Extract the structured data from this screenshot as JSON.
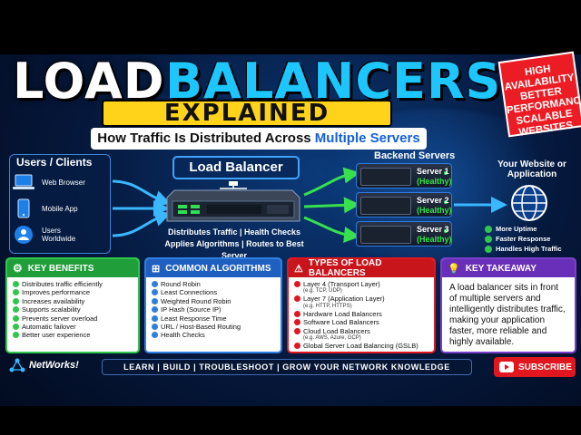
{
  "title": {
    "part1": "LOAD",
    "part2": "BALANCERS",
    "explained": "EXPLAINED",
    "subtitle_a": "How Traffic Is Distributed Across ",
    "subtitle_b": "Multiple Servers"
  },
  "badge": {
    "line1": "HIGH",
    "line2": "AVAILABILITY",
    "line3": "BETTER",
    "line4": "PERFORMANCE",
    "line5": "SCALABLE",
    "line6": "WEBSITES"
  },
  "clients": {
    "title": "Users / Clients",
    "items": [
      {
        "icon": "laptop-icon",
        "label": "Web Browser"
      },
      {
        "icon": "mobile-icon",
        "label": "Mobile App"
      },
      {
        "icon": "users-icon",
        "label": "Users Worldwide"
      }
    ]
  },
  "load_balancer": {
    "title": "Load Balancer",
    "desc1": "Distributes Traffic  |  Health Checks",
    "desc2": "Applies Algorithms  |  Routes to Best Server"
  },
  "backend": {
    "title": "Backend Servers",
    "servers": [
      {
        "name": "Server 1",
        "status": "(Healthy)"
      },
      {
        "name": "Server 2",
        "status": "(Healthy)"
      },
      {
        "name": "Server 3",
        "status": "(Healthy)"
      }
    ]
  },
  "website": {
    "title": "Your Website or Application",
    "benefits": [
      "More Uptime",
      "Faster Response",
      "Handles High Traffic"
    ]
  },
  "panels": {
    "key_benefits": {
      "title": "KEY BENEFITS",
      "items": [
        "Distributes traffic efficiently",
        "Improves performance",
        "Increases availability",
        "Supports scalability",
        "Prevents server overload",
        "Automatic failover",
        "Better user experience"
      ]
    },
    "algorithms": {
      "title": "COMMON ALGORITHMS",
      "items": [
        "Round Robin",
        "Least Connections",
        "Weighted Round Robin",
        "IP Hash (Source IP)",
        "Least Response Time",
        "URL / Host-Based Routing",
        "Health Checks"
      ]
    },
    "types": {
      "title": "TYPES OF LOAD BALANCERS",
      "items": [
        {
          "label": "Layer 4 (Transport Layer)",
          "sub": "(e.g. TCP, UDP)"
        },
        {
          "label": "Layer 7 (Application Layer)",
          "sub": "(e.g. HTTP, HTTPS)"
        },
        {
          "label": "Hardware Load Balancers",
          "sub": ""
        },
        {
          "label": "Software Load Balancers",
          "sub": ""
        },
        {
          "label": "Cloud Load Balancers",
          "sub": "(e.g. AWS, Azure, GCP)"
        },
        {
          "label": "Global Server Load Balancing (GSLB)",
          "sub": ""
        }
      ]
    },
    "takeaway": {
      "title": "KEY TAKEAWAY",
      "text": "A load balancer sits in front of multiple servers and intelligently distributes traffic, making your application faster, more reliable and highly available."
    }
  },
  "footer": {
    "brand": "NetWorks!",
    "bar": "LEARN  |  BUILD  |  TROUBLESHOOT  |  GROW YOUR NETWORK KNOWLEDGE",
    "subscribe": "SUBSCRIBE"
  },
  "colors": {
    "accent": "#1ec6ff",
    "yellow": "#ffd31a",
    "green": "#2ec74a",
    "blue": "#2f7fe0",
    "red": "#e0171f",
    "purple": "#7a3fc9"
  }
}
